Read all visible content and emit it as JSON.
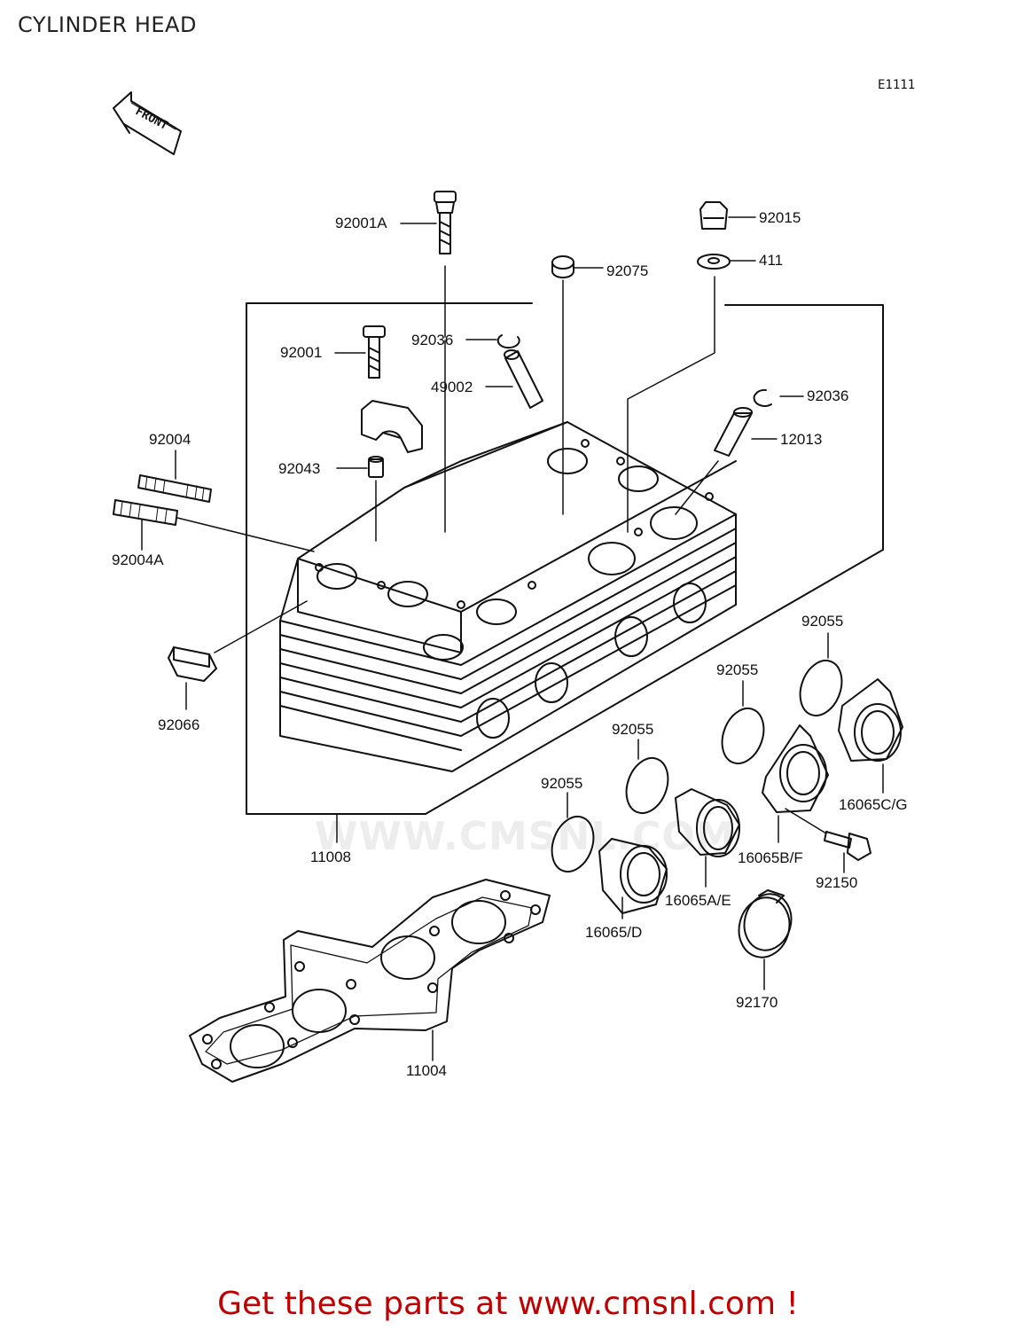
{
  "page": {
    "title": "CYLINDER HEAD",
    "ref_code": "E1111",
    "front_marker": "FRONT",
    "watermark": "WWW.CMSNL.COM",
    "cta": "Get these parts at www.cmsnl.com !"
  },
  "callouts": {
    "p92001A": "92001A",
    "p92015": "92015",
    "p411": "411",
    "p92075": "92075",
    "p92036_a": "92036",
    "p92001": "92001",
    "p49002": "49002",
    "p92036_b": "92036",
    "p12013": "12013",
    "p92004": "92004",
    "p92043": "92043",
    "p92004A": "92004A",
    "p92066": "92066",
    "p92055_a": "92055",
    "p92055_b": "92055",
    "p92055_c": "92055",
    "p92055_d": "92055",
    "p16065CG": "16065C/G",
    "p16065BF": "16065B/F",
    "p92150": "92150",
    "p16065AE": "16065A/E",
    "p16065D": "16065/D",
    "p11008": "11008",
    "p92170": "92170",
    "p11004": "11004"
  },
  "colors": {
    "cta": "#c00000",
    "line": "#111111",
    "watermark": "#ededed"
  }
}
